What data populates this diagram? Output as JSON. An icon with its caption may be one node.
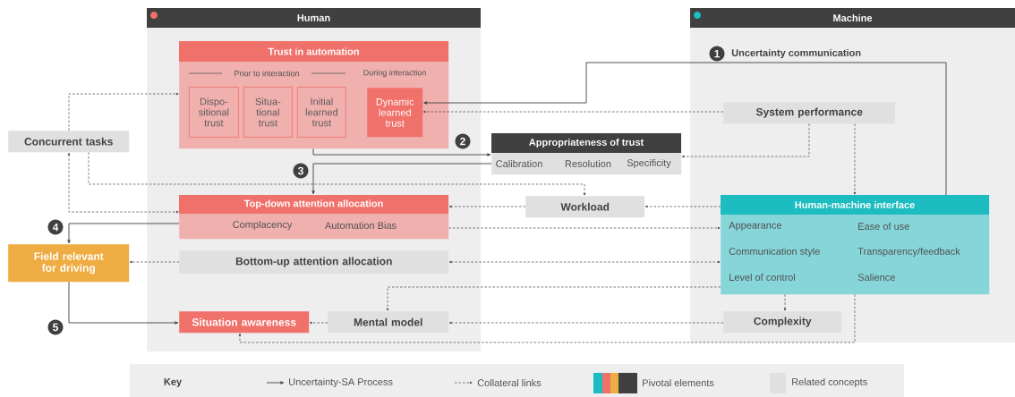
{
  "diagram": {
    "nodes": [
      {
        "text": [
          "Human"
        ]
      },
      {
        "text": [
          "Machine"
        ]
      },
      {
        "text": [
          "Trust in automation",
          "Prior to interaction",
          "During interaction"
        ],
        "in": 0
      },
      {
        "text": [
          "Dispo-sitional trust"
        ],
        "in": 2
      },
      {
        "text": [
          "Situa-tional trust"
        ],
        "in": 2
      },
      {
        "text": [
          "Initial learned trust"
        ],
        "in": 2
      },
      {
        "text": [
          "Dynamic learned trust"
        ],
        "in": 2
      },
      {
        "text": [
          "Concurrent tasks"
        ]
      },
      {
        "text": [
          "Appropriateness of trust",
          "Calibration",
          "Resolution",
          "Specificity"
        ]
      },
      {
        "text": [
          "Top-down attention allocation",
          "Complacency",
          "Automation Bias"
        ],
        "in": 0
      },
      {
        "text": [
          "Workload"
        ]
      },
      {
        "text": [
          "Human-machine interface",
          "Appearance",
          "Ease of use",
          "Communication style",
          "Transparency/feedback",
          "Level of control",
          "Salience"
        ],
        "in": 1
      },
      {
        "text": [
          "System performance"
        ],
        "in": 1
      },
      {
        "text": [
          "Field relevant for driving"
        ]
      },
      {
        "text": [
          "Bottom-up attention allocation"
        ],
        "in": 0
      },
      {
        "text": [
          "Situation awareness"
        ],
        "in": 0
      },
      {
        "text": [
          "Mental model"
        ],
        "in": 0
      },
      {
        "text": [
          "Complexity"
        ],
        "in": 1
      }
    ],
    "edges": [
      {
        "from": 11,
        "to": 6,
        "arrow": "to",
        "label": "Uncertainty communication"
      },
      {
        "from": 2,
        "to": 8,
        "arrow": "to"
      },
      {
        "from": 8,
        "to": 9,
        "arrow": "to"
      },
      {
        "from": 9,
        "to": 13,
        "arrow": "to"
      },
      {
        "from": 13,
        "to": 15,
        "arrow": "to"
      },
      {
        "from": 7,
        "to": 2,
        "arrow": "to",
        "style": "dashed"
      },
      {
        "from": 7,
        "to": 9,
        "arrow": "both",
        "style": "dashed"
      },
      {
        "from": 7,
        "to": 10,
        "arrow": "to",
        "style": "dashed"
      },
      {
        "from": 12,
        "to": 6,
        "arrow": "to",
        "style": "dashed"
      },
      {
        "from": 12,
        "to": 8,
        "arrow": "to",
        "style": "dashed"
      },
      {
        "from": 12,
        "to": 11,
        "arrow": "to",
        "style": "dashed"
      },
      {
        "from": 11,
        "to": 10,
        "arrow": "to",
        "style": "dashed"
      },
      {
        "from": 10,
        "to": 9,
        "arrow": "to",
        "style": "dashed"
      },
      {
        "from": 9,
        "to": 11,
        "arrow": "to",
        "style": "dashed"
      },
      {
        "from": 14,
        "to": 13,
        "arrow": "to",
        "style": "dashed"
      },
      {
        "from": 14,
        "to": 11,
        "arrow": "both",
        "style": "dashed"
      },
      {
        "from": 11,
        "to": 16,
        "arrow": "to",
        "style": "dashed"
      },
      {
        "from": 11,
        "to": 17,
        "arrow": "to",
        "style": "dashed"
      },
      {
        "from": 17,
        "to": 16,
        "arrow": "to",
        "style": "dashed"
      },
      {
        "from": 16,
        "to": 15,
        "arrow": "to",
        "style": "dashed"
      },
      {
        "from": 11,
        "to": 15,
        "arrow": "to",
        "style": "dashed"
      }
    ],
    "labels": [
      "1",
      "2",
      "3",
      "4",
      "5",
      "Key"
    ],
    "legend": [
      {
        "text": "Uncertainty-SA Process"
      },
      {
        "text": "Collateral links"
      },
      {
        "text": "Pivotal elements"
      },
      {
        "text": "Related concepts",
        "color": "#e0e0e0"
      }
    ]
  }
}
